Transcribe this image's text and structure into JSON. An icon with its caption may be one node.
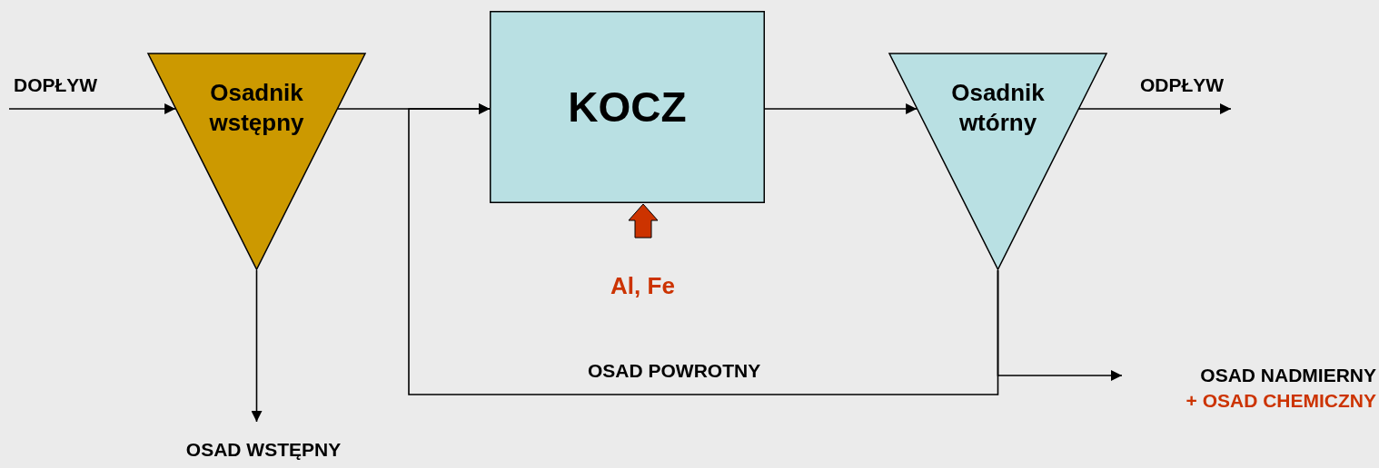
{
  "diagram": {
    "nodes": [
      {
        "text": [
          "Osadnik wstępny"
        ]
      },
      {
        "text": [
          "KOCZ"
        ]
      },
      {
        "text": [
          "Osadnik wtórny"
        ]
      },
      {
        "text": [
          "Al, Fe"
        ]
      },
      {
        "text": [
          "OSAD WSTĘPNY"
        ]
      },
      {
        "text": [
          "OSAD NADMIERNY",
          "+ OSAD CHEMICZNY"
        ]
      }
    ],
    "edges": [
      {
        "from": null,
        "to": 0,
        "arrow": "to",
        "label": "DOPŁYW"
      },
      {
        "from": 0,
        "to": 1,
        "arrow": "to"
      },
      {
        "from": 1,
        "to": 2,
        "arrow": "to"
      },
      {
        "from": 2,
        "to": null,
        "arrow": "to",
        "label": "ODPŁYW"
      },
      {
        "from": 3,
        "to": 1,
        "arrow": "to",
        "style": "thick",
        "color": "#cc3300"
      },
      {
        "from": 0,
        "to": 4,
        "arrow": "to"
      },
      {
        "from": 2,
        "to": 1,
        "arrow": "to",
        "label": "OSAD POWROTNY"
      },
      {
        "from": 2,
        "to": 5,
        "arrow": "to"
      }
    ]
  }
}
